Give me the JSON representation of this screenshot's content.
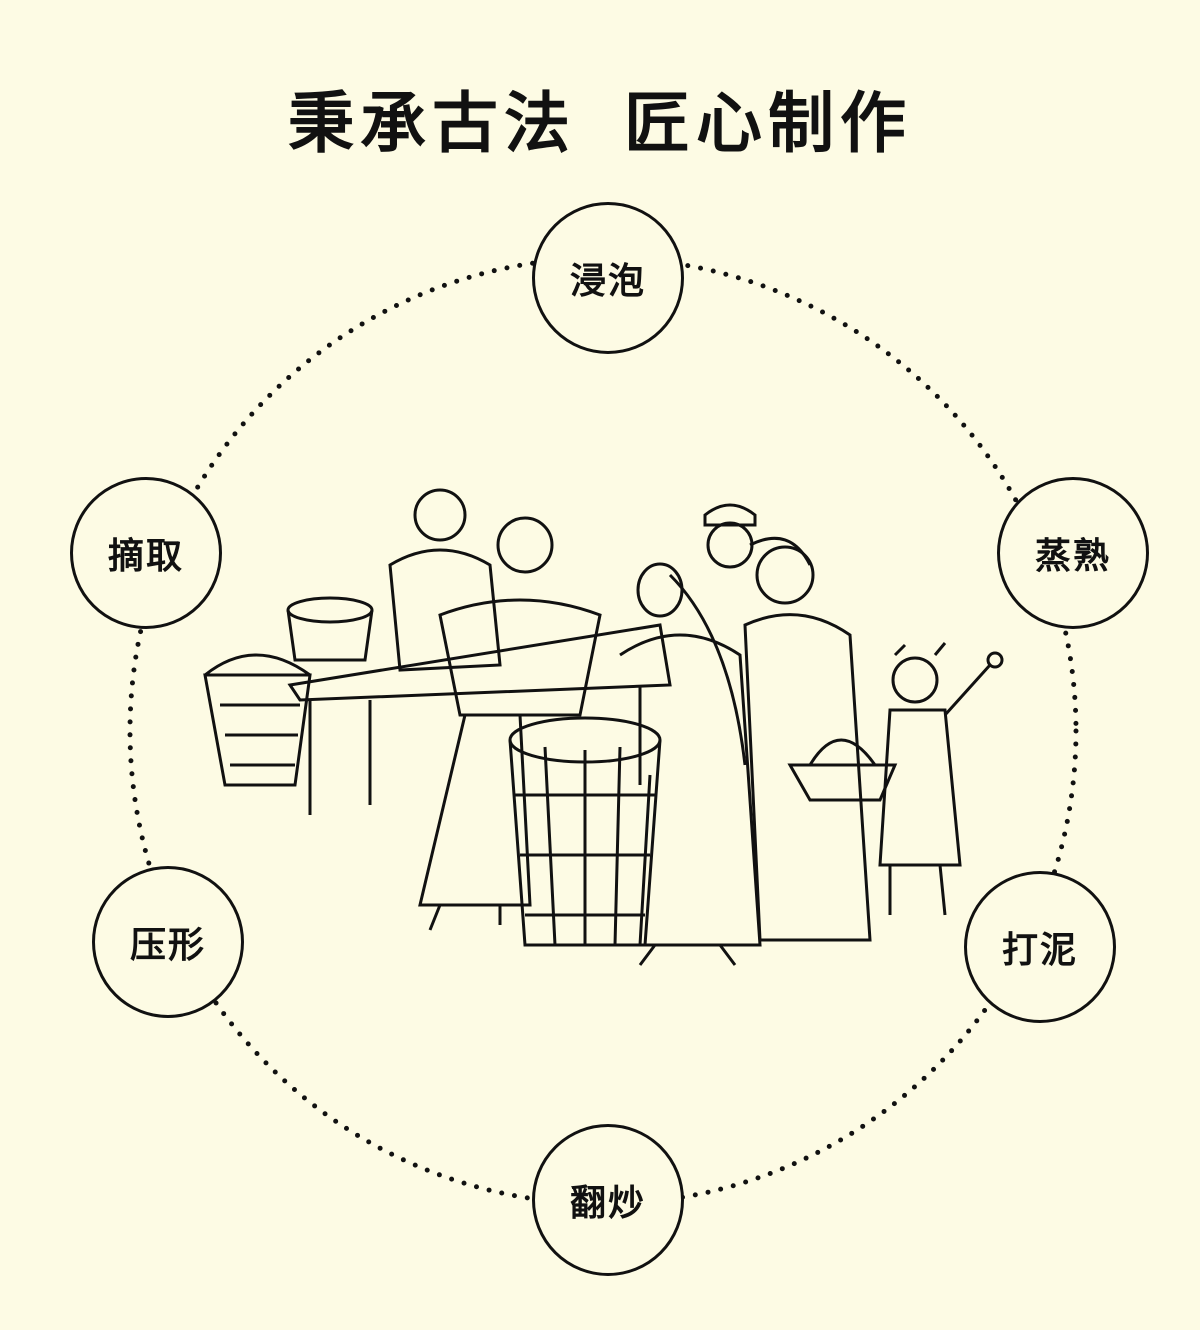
{
  "title": {
    "part1": "秉承古法",
    "part2": "匠心制作"
  },
  "steps": [
    {
      "label": "浸泡"
    },
    {
      "label": "蒸熟"
    },
    {
      "label": "打泥"
    },
    {
      "label": "翻炒"
    },
    {
      "label": "压形"
    },
    {
      "label": "摘取"
    }
  ],
  "colors": {
    "background": "#fdfbe4",
    "ink": "#111111"
  }
}
